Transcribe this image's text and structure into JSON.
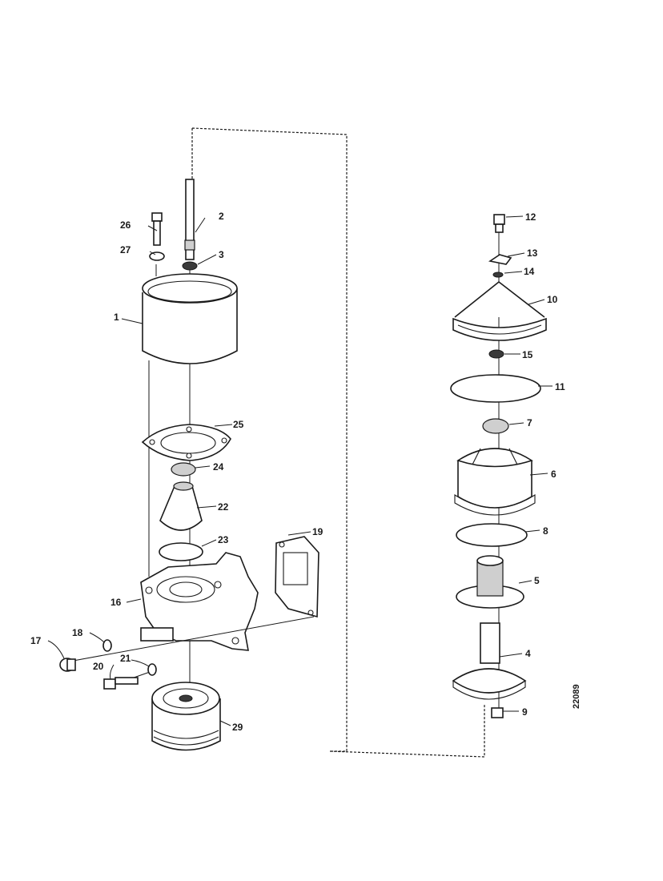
{
  "diagram": {
    "reference_number": "22089",
    "callouts": {
      "p1": "1",
      "p2": "2",
      "p3": "3",
      "p4": "4",
      "p5": "5",
      "p6": "6",
      "p7": "7",
      "p8": "8",
      "p9": "9",
      "p10": "10",
      "p11": "11",
      "p12": "12",
      "p13": "13",
      "p14": "14",
      "p15": "15",
      "p16": "16",
      "p17": "17",
      "p18": "18",
      "p19": "19",
      "p20": "20",
      "p21": "21",
      "p22": "22",
      "p23": "23",
      "p24": "24",
      "p25": "25",
      "p26": "26",
      "p27": "27",
      "p29": "29"
    }
  }
}
